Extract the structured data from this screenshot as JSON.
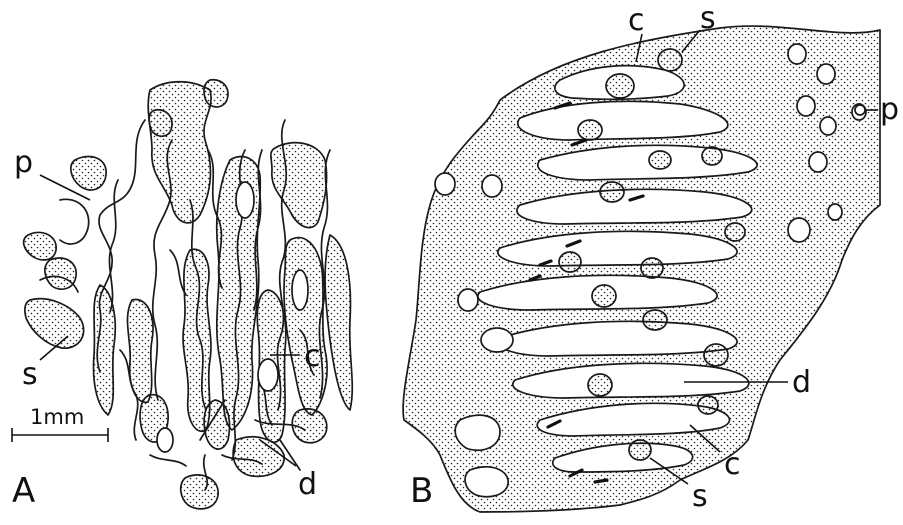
{
  "panel_a": {
    "panel_label": "A",
    "label_p": "p",
    "label_s": "s",
    "label_c": "c",
    "label_d": "d",
    "scale_bar_label": "1mm"
  },
  "panel_b": {
    "panel_label": "B",
    "label_c_top": "c",
    "label_s_top": "s",
    "label_p": "p",
    "label_d": "d",
    "label_c_bottom": "c",
    "label_s_bottom": "s"
  }
}
